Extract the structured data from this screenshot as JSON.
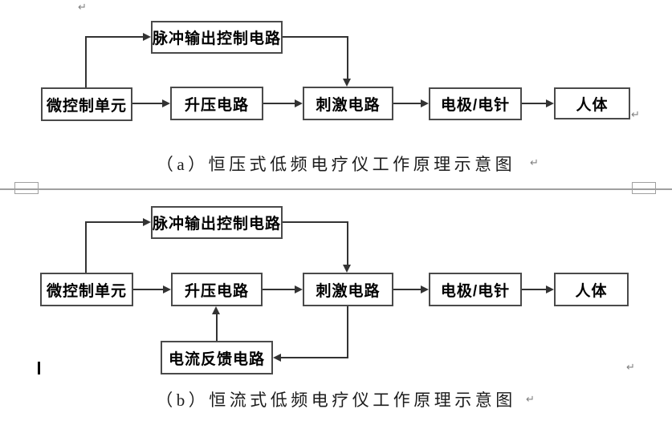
{
  "document": {
    "background": "#ffffff"
  },
  "diagram_a": {
    "caption": "（a）恒压式低频电疗仪工作原理示意图",
    "nodes": {
      "pulse_output_control": "脉冲输出控制电路",
      "micro_control_unit": "微控制单元",
      "boost_circuit": "升压电路",
      "stimulation_circuit": "刺激电路",
      "electrode_needle": "电极/电针",
      "human_body": "人体"
    }
  },
  "diagram_b": {
    "caption": "（b）恒流式低频电疗仪工作原理示意图",
    "nodes": {
      "pulse_output_control": "脉冲输出控制电路",
      "micro_control_unit": "微控制单元",
      "boost_circuit": "升压电路",
      "stimulation_circuit": "刺激电路",
      "electrode_needle": "电极/电针",
      "human_body": "人体",
      "current_feedback": "电流反馈电路"
    }
  },
  "formatting_marks": {
    "paragraph_return": "↵"
  },
  "colors": {
    "box_border": "#4a4a4a",
    "connector": "#333333",
    "page_divider": "#a0a0a0",
    "formatting_mark": "#808080"
  }
}
